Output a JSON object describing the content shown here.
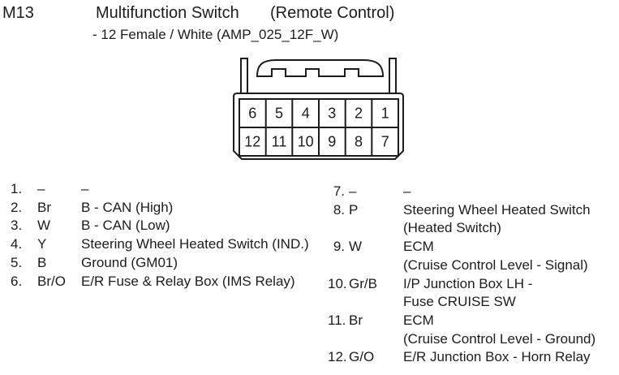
{
  "header": {
    "code": "M13",
    "title": "Multifunction Switch",
    "title_suffix": "(Remote Control)",
    "subtitle": "- 12 Female / White (AMP_025_12F_W)"
  },
  "connector": {
    "description": "12-pin female connector, front view",
    "pins_top": [
      "6",
      "5",
      "4",
      "3",
      "2",
      "1"
    ],
    "pins_bottom": [
      "12",
      "11",
      "10",
      "9",
      "8",
      "7"
    ]
  },
  "pinout_left": [
    {
      "num": "1.",
      "color": "–",
      "desc": "–"
    },
    {
      "num": "2.",
      "color": "Br",
      "desc": "B - CAN (High)"
    },
    {
      "num": "3.",
      "color": "W",
      "desc": "B - CAN (Low)"
    },
    {
      "num": "4.",
      "color": "Y",
      "desc": "Steering Wheel Heated Switch (IND.)"
    },
    {
      "num": "5.",
      "color": "B",
      "desc": "Ground (GM01)"
    },
    {
      "num": "6.",
      "color": "Br/O",
      "desc": "E/R Fuse & Relay Box (IMS Relay)"
    }
  ],
  "pinout_right": [
    {
      "num": "7.",
      "color": "–",
      "desc": "–"
    },
    {
      "num": "8.",
      "color": "P",
      "desc": "Steering Wheel Heated Switch\n(Heated Switch)"
    },
    {
      "num": "9.",
      "color": "W",
      "desc": "ECM\n(Cruise Control Level - Signal)"
    },
    {
      "num": "10.",
      "color": "Gr/B",
      "desc": "I/P Junction Box LH -\nFuse CRUISE SW"
    },
    {
      "num": "11.",
      "color": "Br",
      "desc": "ECM\n(Cruise Control Level - Ground)"
    },
    {
      "num": "12.",
      "color": "G/O",
      "desc": "E/R Junction Box - Horn Relay"
    }
  ],
  "colors": {
    "ink": "#1c1c1c",
    "background": "#ffffff"
  }
}
